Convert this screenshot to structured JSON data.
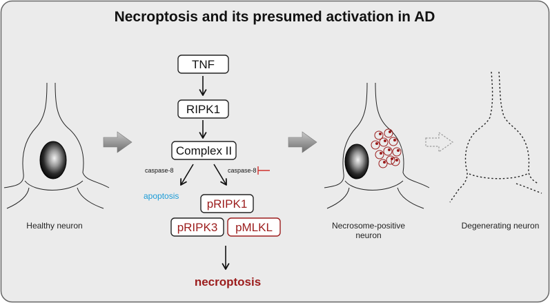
{
  "title": "Necroptosis and its presumed activation in AD",
  "pathway": {
    "tnf": "TNF",
    "ripk1": "RIPK1",
    "complex2": "Complex II",
    "caspase_left": "caspase-8",
    "caspase_right": "caspase-8",
    "apoptosis": "apoptosis",
    "pripk1": "pRIPK1",
    "pripk3": "pRIPK3",
    "pmlkl": "pMLKL",
    "necroptosis": "necroptosis"
  },
  "captions": {
    "healthy": "Healthy neuron",
    "necrosome_line1": "Necrosome-positive",
    "necrosome_line2": "neuron",
    "degenerating": "Degenerating neuron"
  },
  "colors": {
    "background": "#ebebeb",
    "border": "#666666",
    "dark_red": "#9b1c1c",
    "blue": "#1a9bd7",
    "arrow_gray": "#8a8a8a"
  }
}
